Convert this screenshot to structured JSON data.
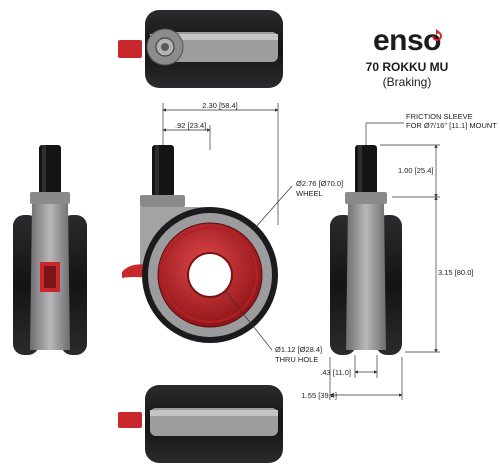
{
  "brand": {
    "name": "enso",
    "model": "70 ROKKU MU",
    "variant": "(Braking)",
    "accent_color": "#cc2a2a"
  },
  "dimensions": {
    "overall_width": "2.30 [58.4]",
    "stem_offset": ".92 [23.4]",
    "wheel_diameter": "Ø2.76 [Ø70.0]",
    "wheel_label": "WHEEL",
    "thru_hole_diameter": "Ø1.12 [Ø28.4]",
    "thru_hole_label": "THRU HOLE",
    "friction_sleeve_line1": "FRICTION SLEEVE",
    "friction_sleeve_line2": "FOR Ø7/16\" [11.1] MOUNT",
    "stem_height": "1.00 [25.4]",
    "overall_height": "3.15 [80.0]",
    "stem_base": ".43 [11.0]",
    "side_width": "1.55 [39.4]"
  },
  "colors": {
    "tire": "#1d1d1f",
    "hub_red": "#c8282c",
    "frame_gray": "#9a9a9c",
    "stem_black": "#141414"
  }
}
